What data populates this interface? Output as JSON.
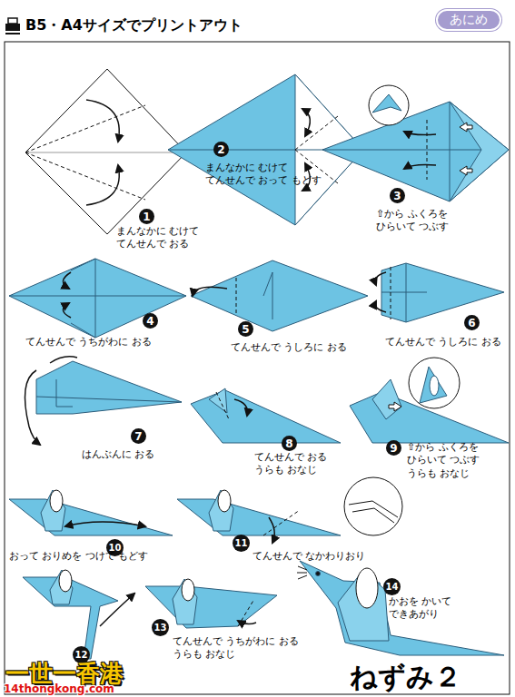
{
  "diagram": {
    "title": "ねずみ２",
    "nodes": [
      {
        "text": [
          "あにめ"
        ]
      },
      {
        "text": [
          "1"
        ]
      },
      {
        "text": [
          "2"
        ]
      },
      {
        "text": [
          "3"
        ]
      },
      {
        "text": [
          "4"
        ]
      },
      {
        "text": [
          "5"
        ]
      },
      {
        "text": [
          "6"
        ]
      },
      {
        "text": [
          "7"
        ]
      },
      {
        "text": [
          "8"
        ]
      },
      {
        "text": [
          "9"
        ]
      },
      {
        "text": [
          "10"
        ]
      },
      {
        "text": [
          "11"
        ]
      },
      {
        "text": [
          "12"
        ]
      },
      {
        "text": [
          "13"
        ]
      },
      {
        "text": [
          "14"
        ]
      }
    ],
    "labels": [
      "B5・A4サイズでプリントアウト",
      "まんなかに むけて てんせんで おる",
      "まんなかに むけて てんせんで おって もどす",
      "⇧から ふくろを ひらいて つぶす",
      "てんせんで うちがわに おる",
      "てんせんで うしろに おる",
      "てんせんで うしろに おる",
      "はんぶんに おる",
      "てんせんで おる うらも おなじ",
      "⇧から ふくろを ひらいて つぶす うらも おなじ",
      "おって おりめを つけて もどす",
      "てんせんで なかわりおり",
      "り",
      "てんせんで うちがわに おる うらも おなじ",
      "かおを かいて できあがり",
      "一世一香港",
      "14thongkong.com"
    ]
  }
}
